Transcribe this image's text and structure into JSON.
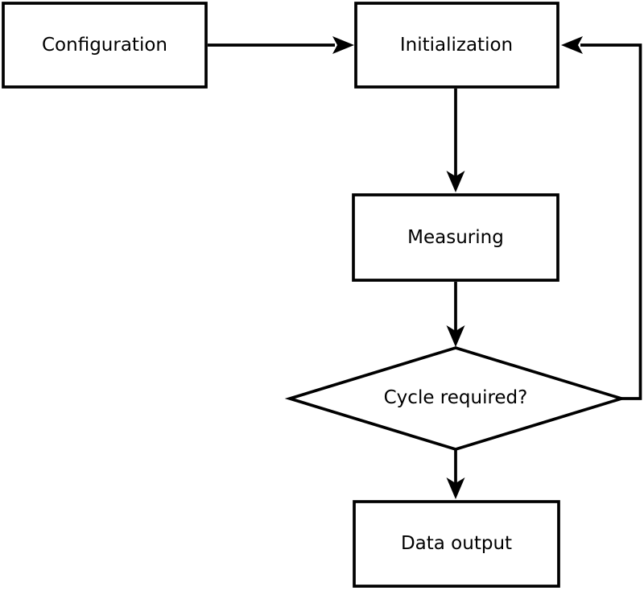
{
  "diagram": {
    "type": "flowchart",
    "colors": {
      "line": "#000000",
      "background": "#ffffff",
      "node_fill": "#ffffff",
      "text": "#000000"
    },
    "nodes": [
      {
        "id": "configuration",
        "shape": "rectangle",
        "label": "Configuration"
      },
      {
        "id": "initialization",
        "shape": "rectangle",
        "label": "Initialization"
      },
      {
        "id": "measuring",
        "shape": "rectangle",
        "label": "Measuring"
      },
      {
        "id": "cycle-required",
        "shape": "diamond",
        "label": "Cycle required?"
      },
      {
        "id": "data-output",
        "shape": "rectangle",
        "label": "Data output"
      }
    ],
    "edges": [
      {
        "from": "configuration",
        "to": "initialization",
        "direction": "right"
      },
      {
        "from": "initialization",
        "to": "measuring",
        "direction": "down"
      },
      {
        "from": "measuring",
        "to": "cycle-required",
        "direction": "down"
      },
      {
        "from": "cycle-required",
        "to": "data-output",
        "direction": "down"
      },
      {
        "from": "cycle-required",
        "to": "initialization",
        "direction": "feedback-loop-right-up"
      }
    ]
  }
}
